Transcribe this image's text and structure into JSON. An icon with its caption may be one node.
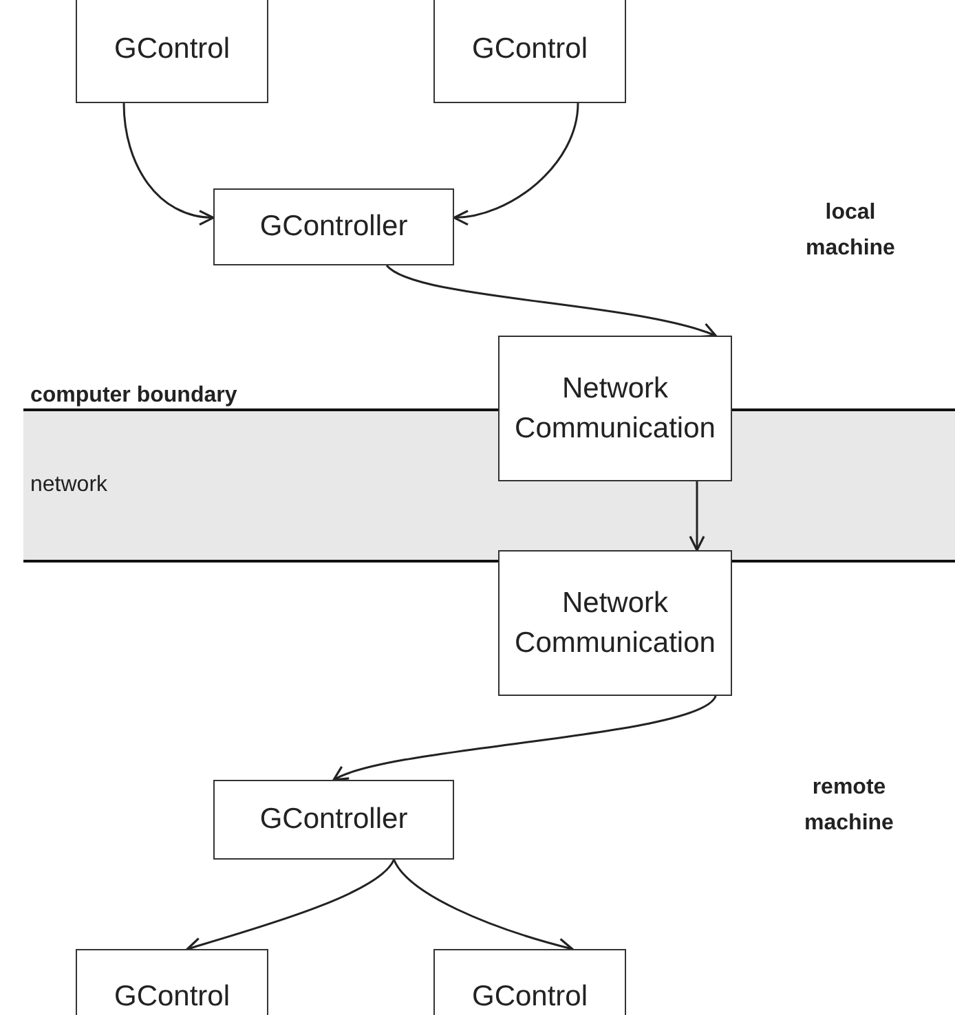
{
  "diagram": {
    "nodes": [
      {
        "text": [
          "GControl"
        ]
      },
      {
        "text": [
          "GControl"
        ]
      },
      {
        "text": [
          "GController"
        ]
      },
      {
        "text": [
          "Network Communication"
        ]
      },
      {
        "text": [
          "Network Communication"
        ]
      },
      {
        "text": [
          "GController"
        ]
      },
      {
        "text": [
          "GControl"
        ]
      },
      {
        "text": [
          "GControl"
        ]
      }
    ],
    "edges": [
      {
        "from": 0,
        "to": 2,
        "arrow": "to"
      },
      {
        "from": 1,
        "to": 2,
        "arrow": "to"
      },
      {
        "from": 2,
        "to": 3,
        "arrow": "to"
      },
      {
        "from": 3,
        "to": 4,
        "arrow": "to"
      },
      {
        "from": 4,
        "to": 5,
        "arrow": "to"
      },
      {
        "from": 5,
        "to": 6,
        "arrow": "to"
      },
      {
        "from": 5,
        "to": 7,
        "arrow": "to"
      }
    ],
    "labels": [
      "local machine",
      "computer boundary",
      "network",
      "remote machine"
    ]
  }
}
